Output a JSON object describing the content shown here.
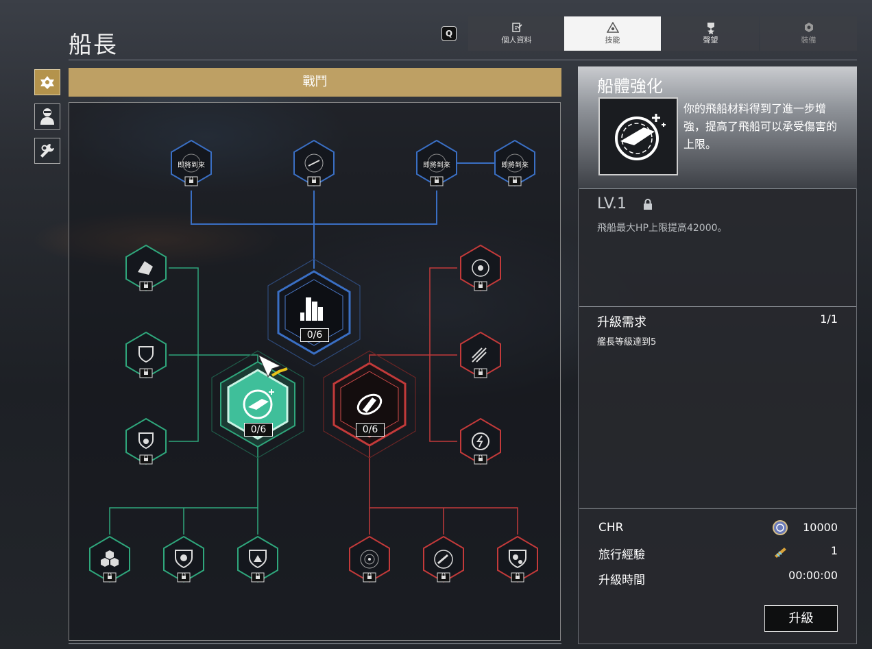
{
  "header": {
    "title": "船長",
    "key_hint": "Q",
    "tabs": [
      {
        "label": "個人資料",
        "icon": "edit-icon"
      },
      {
        "label": "技能",
        "icon": "skill-icon"
      },
      {
        "label": "聲望",
        "icon": "medal-icon"
      },
      {
        "label": "裝備",
        "icon": "gear-icon"
      }
    ],
    "active_tab": "技能"
  },
  "sidebar": {
    "items": [
      {
        "icon": "combat-icon",
        "active": true
      },
      {
        "icon": "crew-icon",
        "active": false
      },
      {
        "icon": "wrench-icon",
        "active": false
      }
    ]
  },
  "tree": {
    "category_label": "戰鬥",
    "coming_soon_label": "即將到來",
    "core_nodes": [
      {
        "id": "blue-core",
        "progress": "0/6",
        "color": "#3a6fc4"
      },
      {
        "id": "green-core",
        "progress": "0/6",
        "color": "#3fbf9a",
        "selected": true
      },
      {
        "id": "red-core",
        "progress": "0/6",
        "color": "#c33a3a"
      }
    ]
  },
  "detail": {
    "skill_name": "船體強化",
    "description": "你的飛船材料得到了進一步增強，提高了飛船可以承受傷害的上限。",
    "level": "LV.1",
    "level_effect": "飛船最大HP上限提高42000。",
    "requirements_title": "升級需求",
    "requirements_count": "1/1",
    "requirement_item": "艦長等級達到5",
    "costs": [
      {
        "label": "CHR",
        "icon": "coin-icon",
        "value": "10000"
      },
      {
        "label": "旅行經驗",
        "icon": "exp-icon",
        "value": "1"
      },
      {
        "label": "升級時間",
        "icon": "",
        "value": "00:00:00"
      }
    ],
    "upgrade_button": "升級"
  }
}
